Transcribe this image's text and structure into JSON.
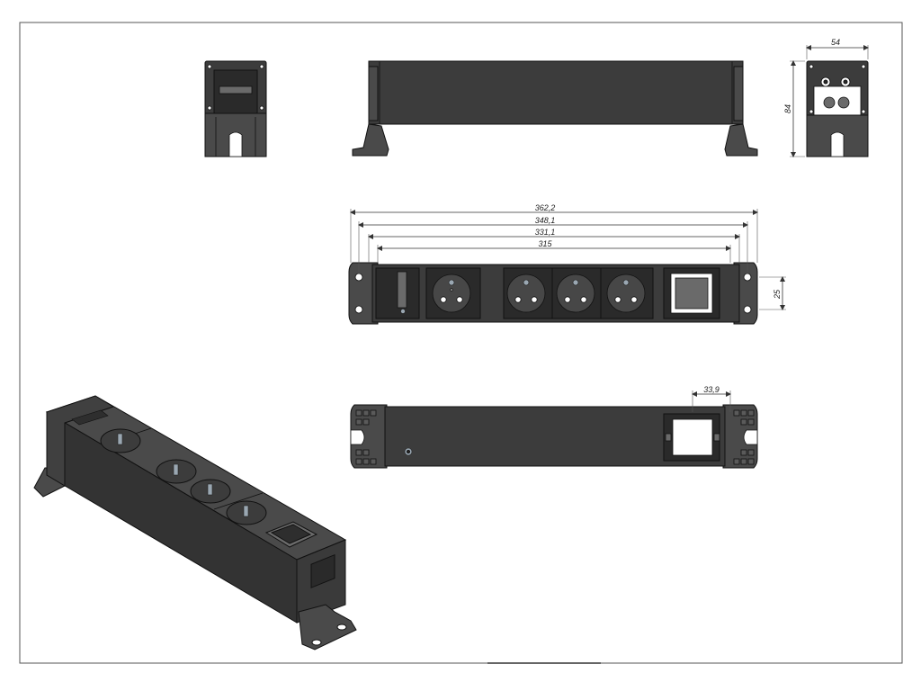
{
  "dimensions": {
    "length_overall": "362,2",
    "length_2": "348,1",
    "length_3": "331,1",
    "length_4": "315",
    "side_width": "54",
    "side_height": "84",
    "mount_spacing": "25",
    "module_width": "33,9"
  },
  "colors": {
    "body": "#3c3c3c",
    "frame": "#555555",
    "pin": "#9aa7b2"
  }
}
